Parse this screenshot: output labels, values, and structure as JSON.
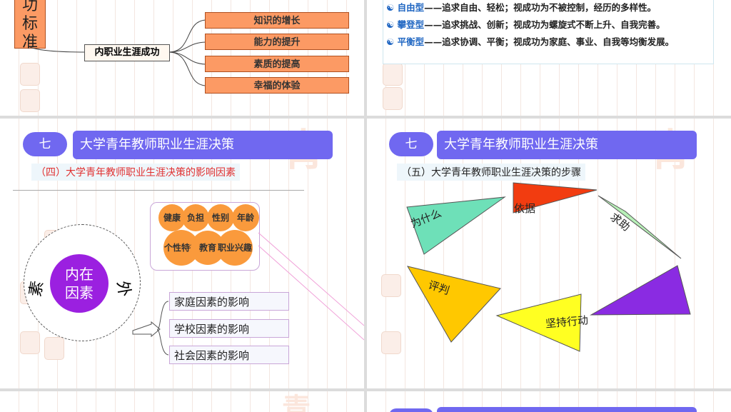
{
  "top_left": {
    "side_label_chars": [
      "功",
      "标",
      "准"
    ],
    "inner_label": "内职业生涯成功",
    "items": [
      "知识的增长",
      "能力的提升",
      "素质的提高",
      "幸福的体验"
    ]
  },
  "top_right": {
    "types": [
      {
        "name": "自由型",
        "desc": "——追求自由、轻松；视成功为不被控制，经历的多样性。"
      },
      {
        "name": "攀登型",
        "desc": "——追求挑战、创新；视成功为螺旋式不断上升、自我完善。"
      },
      {
        "name": "平衡型",
        "desc": "——追求协调、平衡；视成功为家庭、事业、自我等均衡发展。"
      }
    ]
  },
  "mid_left": {
    "number": "七",
    "title": "大学青年教师职业生涯决策",
    "subtitle": "（四）大学青年教师职业生涯决策的影响因素",
    "inner_circle": "内在因素",
    "ring_chars": [
      "素",
      "外"
    ],
    "circles": [
      "健康",
      "负担",
      "性别",
      "年龄",
      "个性特征",
      "教育",
      "职业兴趣"
    ],
    "factors": [
      "家庭因素的影响",
      "学校因素的影响",
      "社会因素的影响"
    ]
  },
  "mid_right": {
    "number": "七",
    "title": "大学青年教师职业生涯决策",
    "subtitle": "（五）大学青年教师职业生涯决策的步骤",
    "steps": [
      "为什么",
      "依据",
      "求助",
      "坚持行动",
      "评判"
    ],
    "colors": {
      "why": "#6ee0b8",
      "basis": "#f23c10",
      "help": "#b8f0b8",
      "purple": "#8a2be2",
      "persist": "#ffff22",
      "judge": "#ffc800"
    }
  }
}
